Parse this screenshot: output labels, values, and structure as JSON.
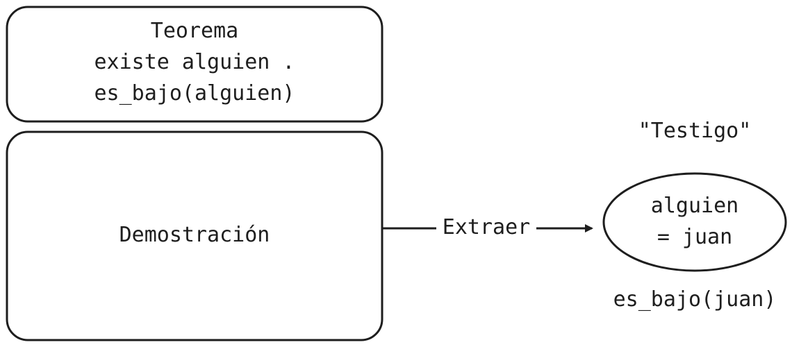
{
  "diagram": {
    "theorem": {
      "lines": [
        "Teorema",
        "existe alguien .",
        "es_bajo(alguien)"
      ]
    },
    "proof": {
      "label": "Demostración"
    },
    "arrow": {
      "label": "Extraer"
    },
    "witness": {
      "title": "\"Testigo\"",
      "lines": [
        "alguien",
        "= juan"
      ],
      "caption": "es_bajo(juan)"
    },
    "colors": {
      "stroke": "#1e1e1e",
      "background": "#ffffff"
    }
  }
}
